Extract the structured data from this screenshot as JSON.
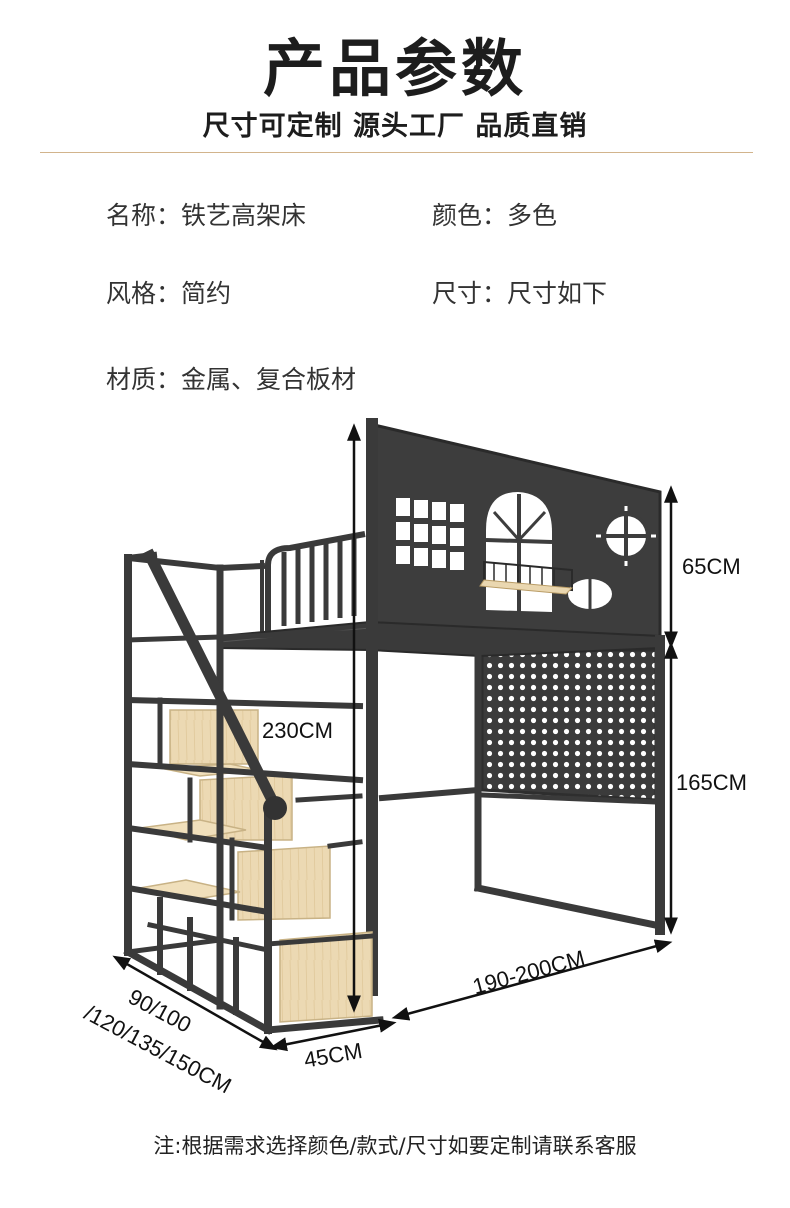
{
  "header": {
    "title": "产品参数",
    "subtitle": "尺寸可定制 源头工厂 品质直销"
  },
  "specs": [
    {
      "label": "名称：",
      "value": "铁艺高架床"
    },
    {
      "label": "颜色：",
      "value": "多色"
    },
    {
      "label": "风格：",
      "value": "简约"
    },
    {
      "label": "尺寸：",
      "value": "尺寸如下"
    },
    {
      "label": "材质：",
      "value": "金属、复合板材"
    }
  ],
  "dimensions": {
    "total_height": "230CM",
    "top_section": "65CM",
    "bottom_section": "165CM",
    "length": "190-200CM",
    "stair_depth": "45CM",
    "width_line1": "90/100",
    "width_line2": "/120/135/150CM"
  },
  "colors": {
    "frame": "#3a3a3a",
    "panel": "#3d3d3d",
    "wood": "#ead7b0",
    "accent_rule": "#d2b48c"
  },
  "footer": {
    "note": "注:根据需求选择颜色/款式/尺寸如要定制请联系客服"
  }
}
